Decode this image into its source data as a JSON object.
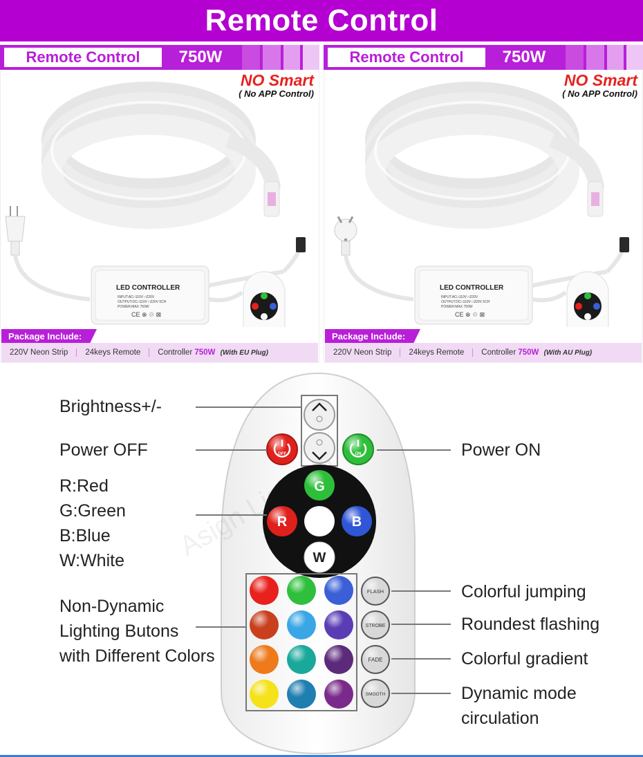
{
  "banner": {
    "title": "Remote Control"
  },
  "panels": [
    {
      "header_label": "Remote Control",
      "wattage": "750W",
      "no_smart_title": "NO Smart",
      "no_smart_sub": "( No APP Control)",
      "controller_text": "LED CONTROLLER",
      "package_label": "Package Include:",
      "package_items": [
        "220V Neon Strip",
        "24keys Remote"
      ],
      "package_controller_prefix": "Controller",
      "package_controller_watt": "750W",
      "package_plug": "(With EU Plug)"
    },
    {
      "header_label": "Remote Control",
      "wattage": "750W",
      "no_smart_title": "NO Smart",
      "no_smart_sub": "( No APP Control)",
      "controller_text": "LED CONTROLLER",
      "package_label": "Package Include:",
      "package_items": [
        "220V Neon Strip",
        "24keys Remote"
      ],
      "package_controller_prefix": "Controller",
      "package_controller_watt": "750W",
      "package_plug": "(With AU Plug)"
    }
  ],
  "remote": {
    "watermark": "Asign Lighting",
    "labels": {
      "brightness": "Brightness+/-",
      "power_off": "Power OFF",
      "power_on": "Power ON",
      "rgbw_lines": [
        "R:Red",
        "G:Green",
        "B:Blue",
        "W:White"
      ],
      "non_dynamic_lines": [
        "Non-Dynamic",
        "Lighting Butons",
        "with Different Colors"
      ],
      "flash": "Colorful jumping",
      "strobe": "Roundest flashing",
      "fade": "Colorful gradient",
      "smooth_lines": [
        "Dynamic mode",
        "circulation"
      ]
    },
    "buttons": {
      "off": "OFF",
      "on": "ON",
      "r": "R",
      "g": "G",
      "b": "B",
      "w": "W",
      "flash": "FLASH",
      "strobe": "STROBE",
      "fade": "FADE",
      "smooth": "SMOOTH"
    },
    "color_grid": [
      [
        "#e8211d",
        "#2fbf3c",
        "#3a5fd6"
      ],
      [
        "#c8401e",
        "#3aa6e6",
        "#5a3db5"
      ],
      [
        "#ee7a1c",
        "#1aa89a",
        "#5c2a7a"
      ],
      [
        "#f5e21a",
        "#1f7fb0",
        "#7a2a8a"
      ]
    ]
  },
  "colors": {
    "brand_purple": "#b81fd8",
    "banner_purple": "#b400d0",
    "red": "#e7221e"
  }
}
